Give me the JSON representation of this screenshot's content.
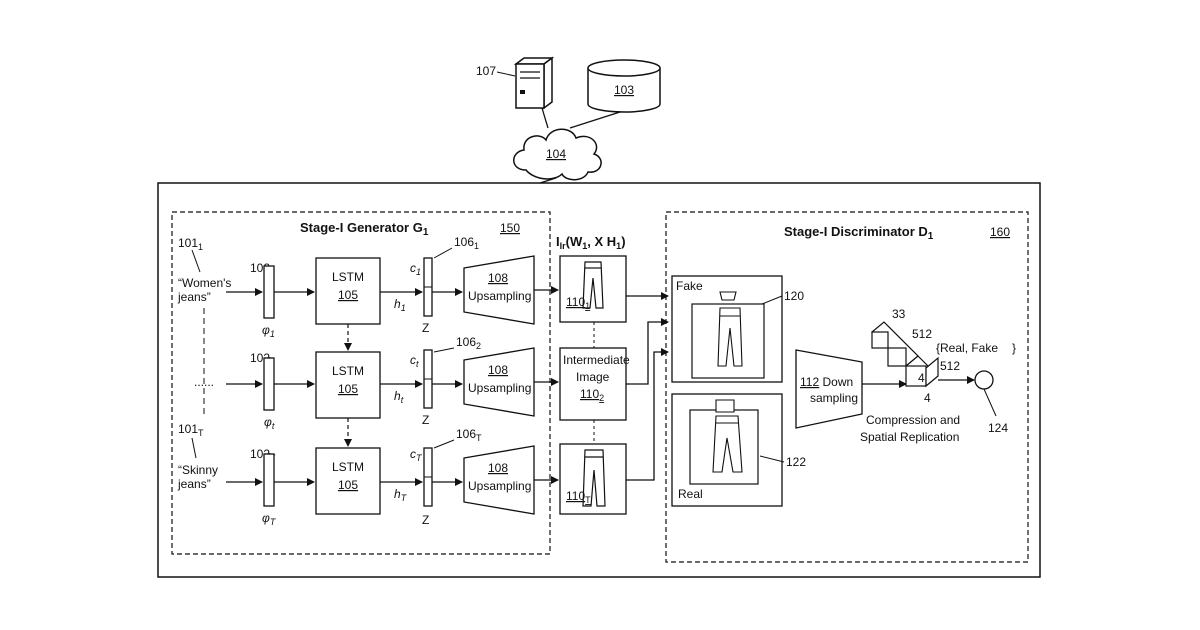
{
  "network": {
    "server_ref": "107",
    "database_ref": "103",
    "cloud_ref": "104"
  },
  "generator": {
    "title": "Stage-I Generator G",
    "title_sub": "1",
    "ref": "150",
    "inputs": {
      "top_ref": "101",
      "top_ref_sub": "1",
      "top_text_1": "“Women's",
      "top_text_2": "jeans”",
      "dots": "......",
      "bottom_ref": "101",
      "bottom_ref_sub": "T",
      "bottom_text_1": "“Skinny",
      "bottom_text_2": "jeans”"
    },
    "rows": [
      {
        "emb_ref": "102",
        "emb_ref_sub": "1",
        "phi": "φ",
        "phi_sub": "1",
        "lstm_label": "LSTM",
        "lstm_ref": "105",
        "h": "h",
        "h_sub": "1",
        "c": "c",
        "c_sub": "1",
        "z": "Z",
        "vec_ref": "106",
        "vec_ref_sub": "1",
        "up_ref": "108",
        "up_label": "Upsampling"
      },
      {
        "emb_ref": "102",
        "emb_ref_sub": "2",
        "phi": "φ",
        "phi_sub": "t",
        "lstm_label": "LSTM",
        "lstm_ref": "105",
        "h": "h",
        "h_sub": "t",
        "c": "c",
        "c_sub": "t",
        "z": "Z",
        "vec_ref": "106",
        "vec_ref_sub": "2",
        "up_ref": "108",
        "up_label": "Upsampling"
      },
      {
        "emb_ref": "102",
        "emb_ref_sub": "T",
        "phi": "φ",
        "phi_sub": "T",
        "lstm_label": "LSTM",
        "lstm_ref": "105",
        "h": "h",
        "h_sub": "T",
        "c": "c",
        "c_sub": "T",
        "z": "Z",
        "vec_ref": "106",
        "vec_ref_sub": "T",
        "up_ref": "108",
        "up_label": "Upsampling"
      }
    ]
  },
  "intermediate": {
    "header_pre": "I",
    "header_sub": "lr",
    "header_mid1": "(W",
    "header_sub2": "1",
    "header_mid2": ", X H",
    "header_sub3": "1",
    "header_end": ")",
    "img_top_ref": "110",
    "img_top_sub": "1",
    "mid_line1": "Intermediate",
    "mid_line2": "Image",
    "mid_ref": "110",
    "mid_sub": "2",
    "img_bottom_ref": "110",
    "img_bottom_sub": "T"
  },
  "discriminator": {
    "title": "Stage-I Discriminator D",
    "title_sub": "1",
    "ref": "160",
    "fake_label": "Fake",
    "fake_ref": "120",
    "real_label": "Real",
    "real_ref": "122",
    "down_ref": "112",
    "down_label_1": "Down",
    "down_label_2": "sampling",
    "block_33": "33",
    "block_512a": "512",
    "block_512b": "512",
    "block_4a": "4",
    "block_4b": "4",
    "output_set": "{Real, Fake",
    "output_close": "}",
    "compress_1": "Compression and",
    "compress_2": "Spatial Replication",
    "output_ref": "124"
  }
}
